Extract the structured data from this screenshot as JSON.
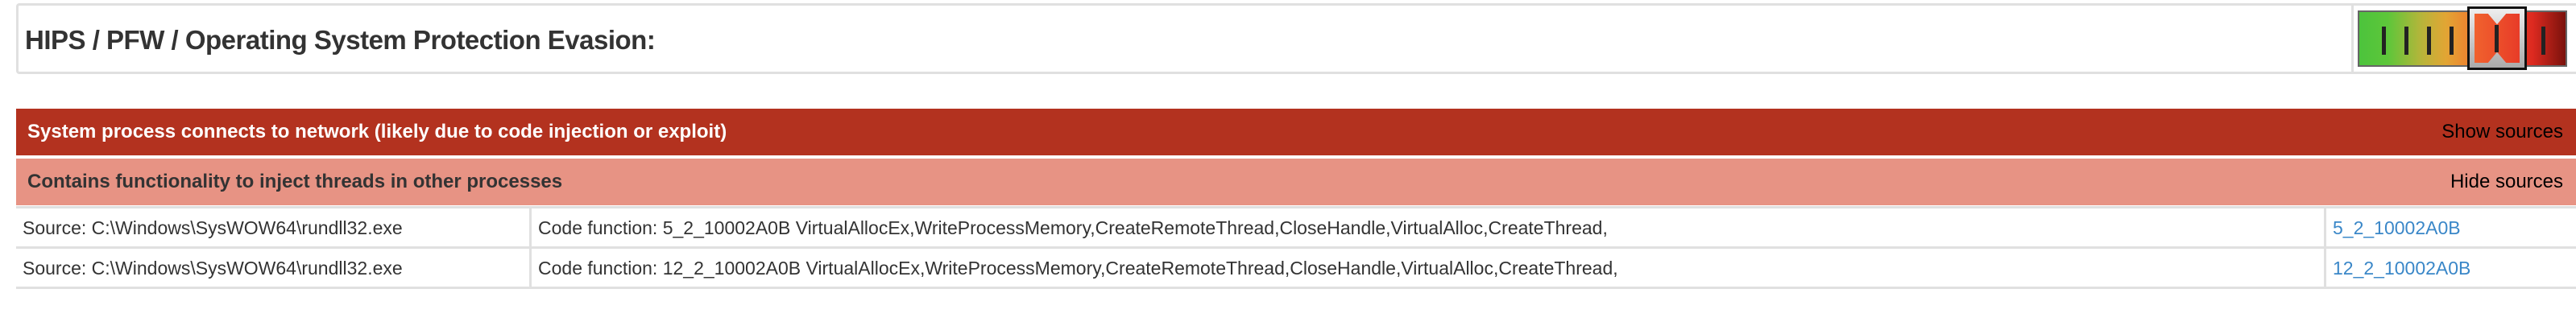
{
  "section": {
    "title": "HIPS / PFW / Operating System Protection Evasion:",
    "gauge": {
      "levels": 7,
      "selected_level": 5,
      "colors": [
        "#4cc43c",
        "#e2a534",
        "#ef7a2e",
        "#dd2a20",
        "#7a120c"
      ]
    }
  },
  "signatures": [
    {
      "label": "System process connects to network (likely due to code injection or exploit)",
      "action": "Show sources",
      "color": "#b3321f"
    },
    {
      "label": "Contains functionality to inject threads in other processes",
      "action": "Hide sources",
      "color": "#e79384"
    }
  ],
  "sources": [
    {
      "source": "Source: C:\\Windows\\SysWOW64\\rundll32.exe",
      "detail": "Code function: 5_2_10002A0B VirtualAllocEx,WriteProcessMemory,CreateRemoteThread,CloseHandle,VirtualAlloc,CreateThread,",
      "link": "5_2_10002A0B"
    },
    {
      "source": "Source: C:\\Windows\\SysWOW64\\rundll32.exe",
      "detail": "Code function: 12_2_10002A0B VirtualAllocEx,WriteProcessMemory,CreateRemoteThread,CloseHandle,VirtualAlloc,CreateThread,",
      "link": "12_2_10002A0B"
    }
  ]
}
